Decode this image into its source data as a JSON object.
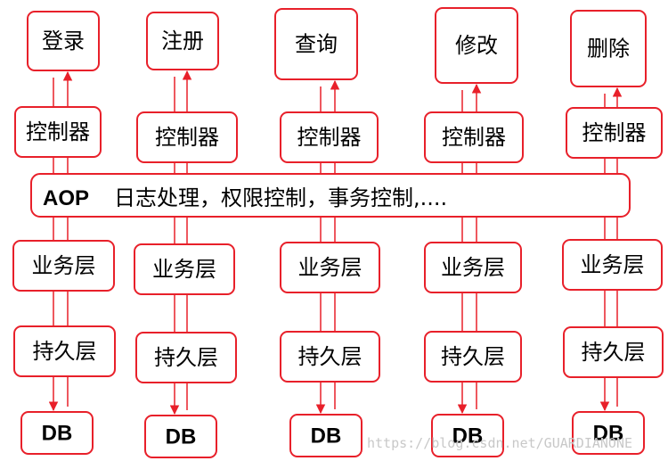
{
  "columns": [
    {
      "action": "登录",
      "controller": "控制器",
      "service": "业务层",
      "persistence": "持久层",
      "db": "DB"
    },
    {
      "action": "注册",
      "controller": "控制器",
      "service": "业务层",
      "persistence": "持久层",
      "db": "DB"
    },
    {
      "action": "查询",
      "controller": "控制器",
      "service": "业务层",
      "persistence": "持久层",
      "db": "DB"
    },
    {
      "action": "修改",
      "controller": "控制器",
      "service": "业务层",
      "persistence": "持久层",
      "db": "DB"
    },
    {
      "action": "删除",
      "controller": "控制器",
      "service": "业务层",
      "persistence": "持久层",
      "db": "DB"
    }
  ],
  "aop": {
    "title": "AOP",
    "text": "日志处理，权限控制，事务控制,...."
  },
  "watermark": "https://blog.csdn.net/GUARDIANONE",
  "colors": {
    "border": "#e8202a",
    "arrow": "#e8202a",
    "text": "#000000"
  }
}
